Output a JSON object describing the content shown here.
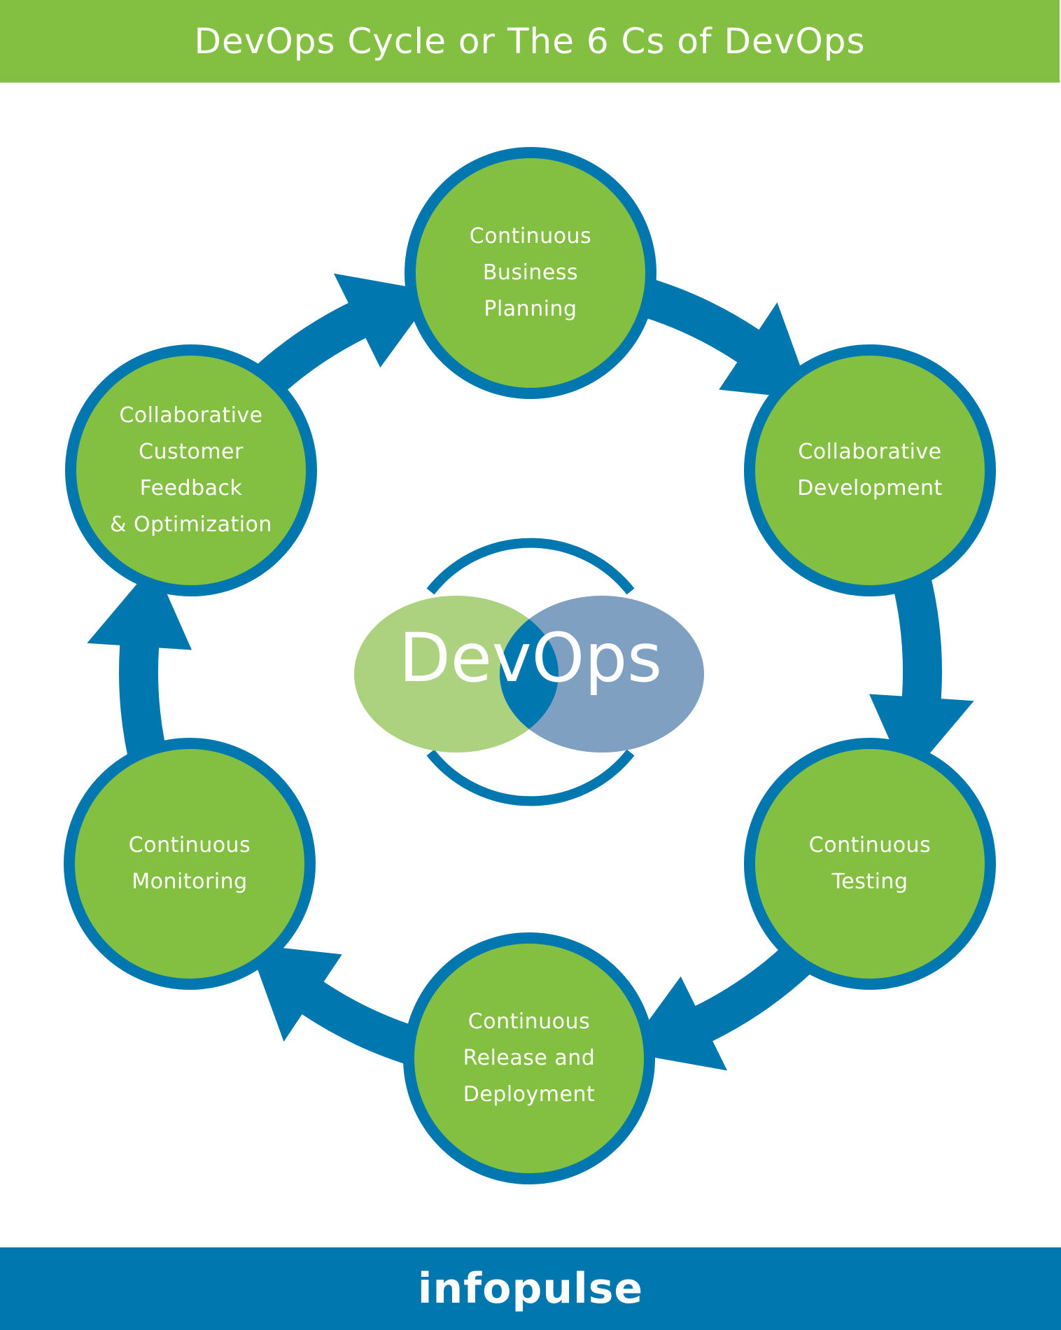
{
  "header": {
    "title": "DevOps Cycle or The 6 Cs of DevOps"
  },
  "center": {
    "label": "DevOps"
  },
  "nodes": [
    {
      "id": "business-planning",
      "lines": [
        "Continuous",
        "Business",
        "Planning"
      ]
    },
    {
      "id": "collaborative-development",
      "lines": [
        "Collaborative",
        "Development"
      ]
    },
    {
      "id": "continuous-testing",
      "lines": [
        "Continuous",
        "Testing"
      ]
    },
    {
      "id": "release-deployment",
      "lines": [
        "Continuous",
        "Release and",
        "Deployment"
      ]
    },
    {
      "id": "continuous-monitoring",
      "lines": [
        "Continuous",
        "Monitoring"
      ]
    },
    {
      "id": "customer-feedback",
      "lines": [
        "Collaborative",
        "Customer",
        "Feedback",
        "& Optimization"
      ]
    }
  ],
  "footer": {
    "brand": "infopulse"
  },
  "colors": {
    "green": "#83bf41",
    "blue": "#0077ae",
    "light_green_ellipse": "#add27f",
    "light_blue_ellipse": "#7fa0c1",
    "overlap": "#0077ae"
  }
}
